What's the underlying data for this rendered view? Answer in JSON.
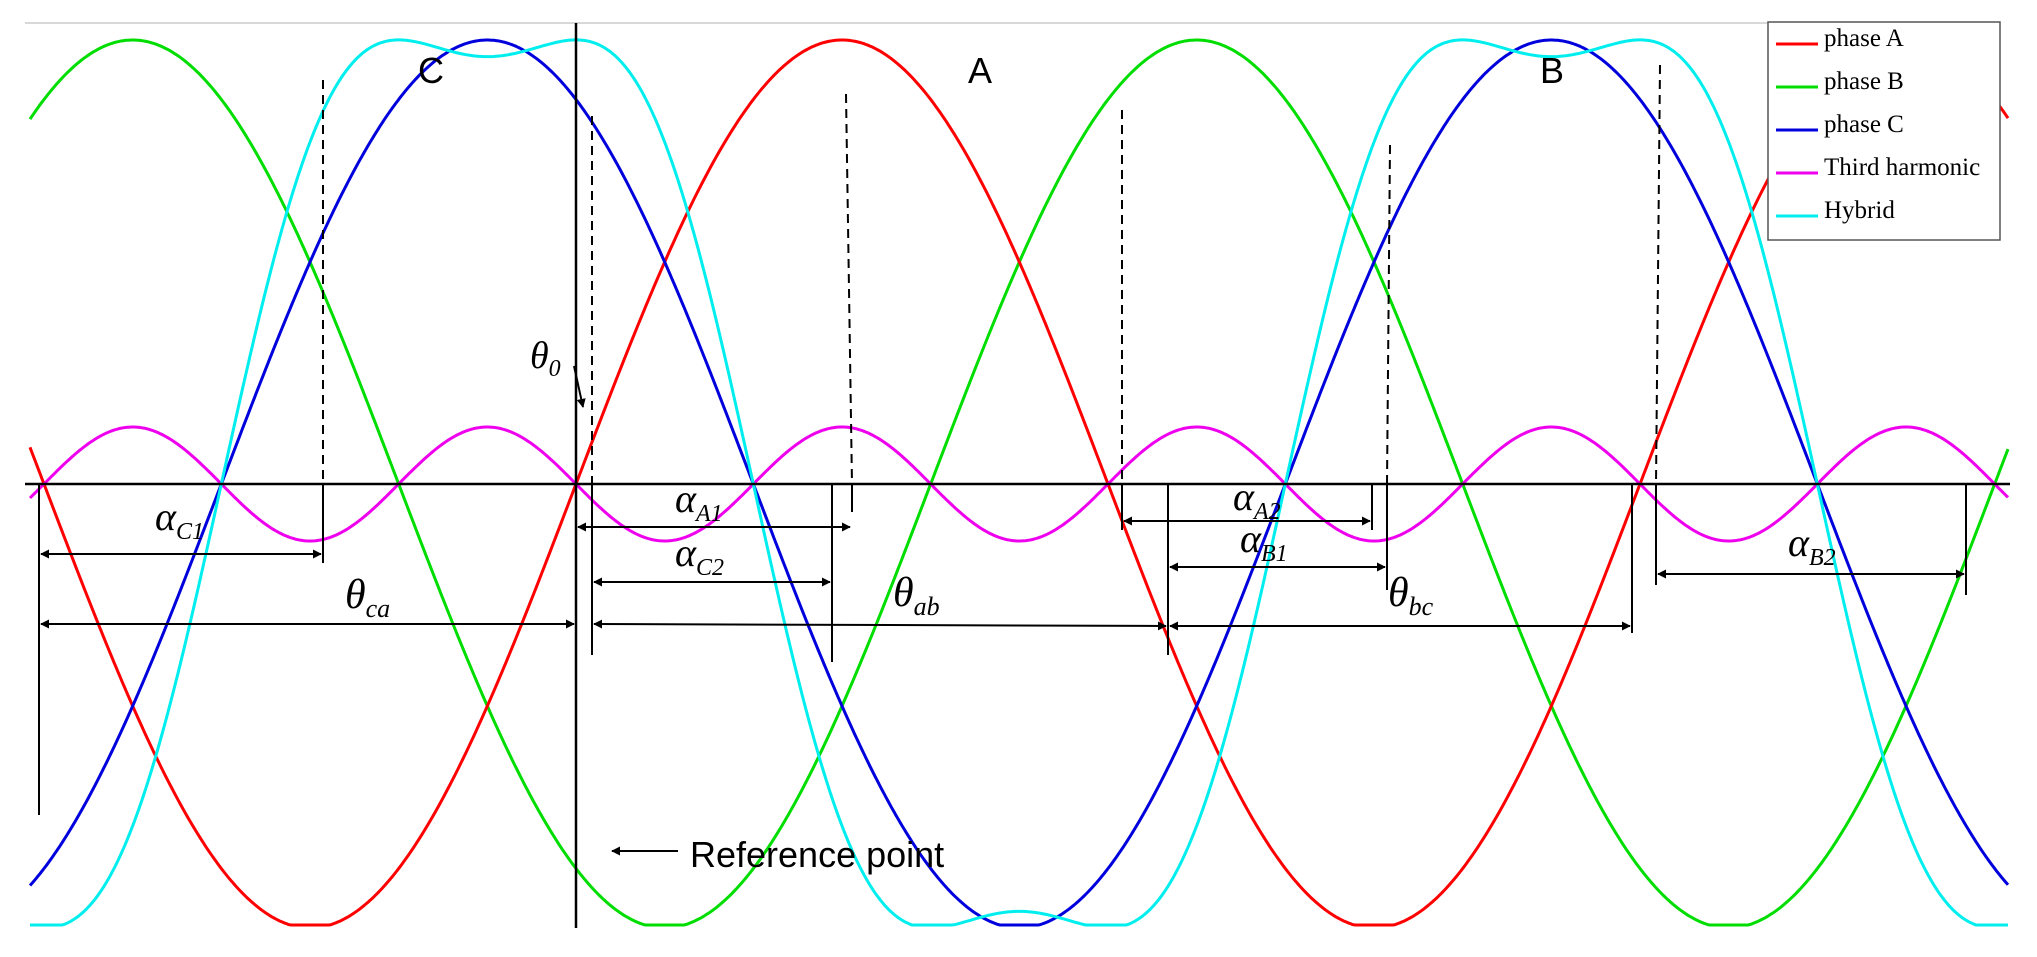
{
  "diagram": {
    "phase_labels": {
      "a": "A",
      "b": "B",
      "c": "C"
    },
    "reference_label": "Reference point",
    "theta0": {
      "base": "θ",
      "sub": "0"
    },
    "alpha_c1": {
      "base": "α",
      "sub": "C1"
    },
    "alpha_a1": {
      "base": "α",
      "sub": "A1"
    },
    "alpha_c2": {
      "base": "α",
      "sub": "C2"
    },
    "alpha_a2": {
      "base": "α",
      "sub": "A2"
    },
    "alpha_b1": {
      "base": "α",
      "sub": "B1"
    },
    "alpha_b2": {
      "base": "α",
      "sub": "B2"
    },
    "theta_ca": {
      "base": "θ",
      "sub": "ca"
    },
    "theta_ab": {
      "base": "θ",
      "sub": "ab"
    },
    "theta_bc": {
      "base": "θ",
      "sub": "bc"
    }
  },
  "legend": [
    {
      "name": "phase A",
      "color": "#ff0000"
    },
    {
      "name": "phase B",
      "color": "#00dd00"
    },
    {
      "name": "phase C",
      "color": "#0000dd"
    },
    {
      "name": "Third harmonic",
      "color": "#ee00ee"
    },
    {
      "name": "Hybrid",
      "color": "#00eeee"
    }
  ]
}
